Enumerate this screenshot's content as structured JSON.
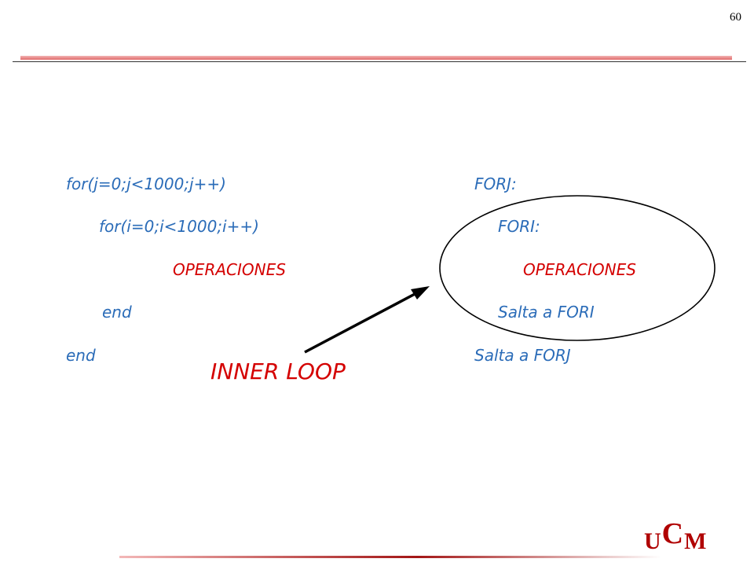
{
  "slide": {
    "page_number": "60"
  },
  "left_code": [
    {
      "text": "for(j=0;j<1000;j++)"
    },
    {
      "text": "for(i=0;i<1000;i++)"
    },
    {
      "text": "OPERACIONES"
    },
    {
      "text": "end"
    },
    {
      "text": "end"
    }
  ],
  "right_code": [
    {
      "text": "FORJ:"
    },
    {
      "text": "FORI:"
    },
    {
      "text": "OPERACIONES"
    },
    {
      "text": "Salta a FORI"
    },
    {
      "text": "Salta a FORJ"
    }
  ],
  "annotation": {
    "label": "INNER LOOP"
  },
  "logo": {
    "u": "U",
    "c": "C",
    "m": "M"
  },
  "colors": {
    "code_blue": "#2b6cb8",
    "highlight_red": "#d40000",
    "logo_red": "#b00000"
  }
}
